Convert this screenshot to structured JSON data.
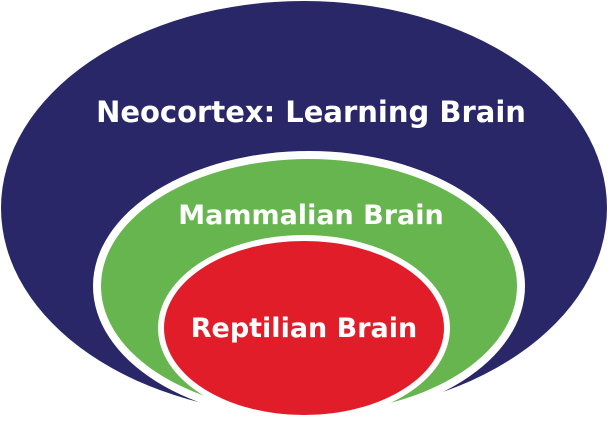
{
  "layers": [
    {
      "id": "neocortex",
      "label": "Neocortex: Learning Brain",
      "color": "#2a2769"
    },
    {
      "id": "mammalian",
      "label": "Mammalian Brain",
      "color": "#67b54f"
    },
    {
      "id": "reptilian",
      "label": "Reptilian Brain",
      "color": "#e11d2a"
    }
  ],
  "outline_color": "#ffffff"
}
